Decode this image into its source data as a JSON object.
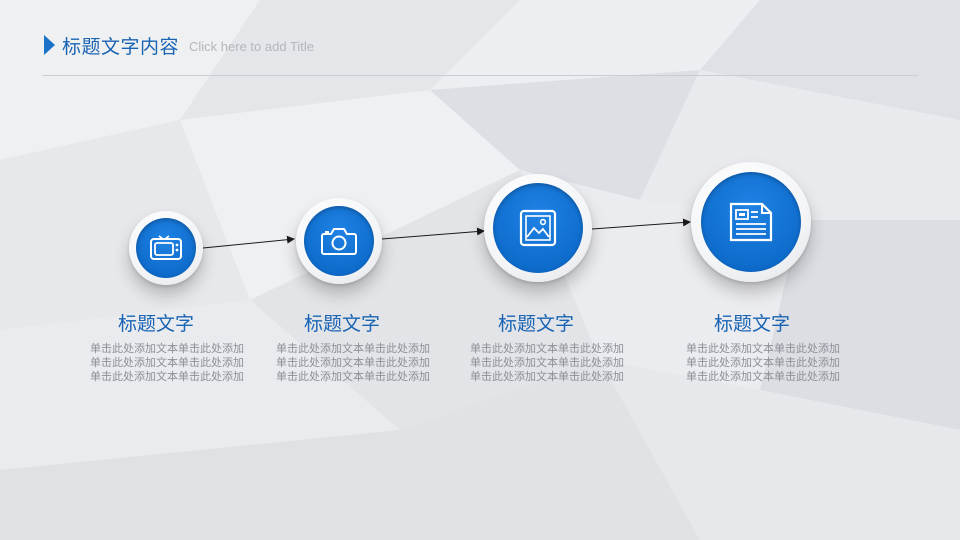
{
  "header": {
    "title": "标题文字内容",
    "subtitle": "Click here to add Title"
  },
  "steps": [
    {
      "icon": "tv-icon",
      "title": "标题文字",
      "lines": [
        "单击此处添加文本单击此处添加",
        "单击此处添加文本单击此处添加",
        "单击此处添加文本单击此处添加"
      ]
    },
    {
      "icon": "camera-icon",
      "title": "标题文字",
      "lines": [
        "单击此处添加文本单击此处添加",
        "单击此处添加文本单击此处添加",
        "单击此处添加文本单击此处添加"
      ]
    },
    {
      "icon": "image-icon",
      "title": "标题文字",
      "lines": [
        "单击此处添加文本单击此处添加",
        "单击此处添加文本单击此处添加",
        "单击此处添加文本单击此处添加"
      ]
    },
    {
      "icon": "newspaper-icon",
      "title": "标题文字",
      "lines": [
        "单击此处添加文本单击此处添加",
        "单击此处添加文本单击此处添加",
        "单击此处添加文本单击此处添加"
      ]
    }
  ],
  "colors": {
    "accent": "#1a72c9",
    "node_fill": "#0e6ccc",
    "body_text": "#8c8f96"
  }
}
